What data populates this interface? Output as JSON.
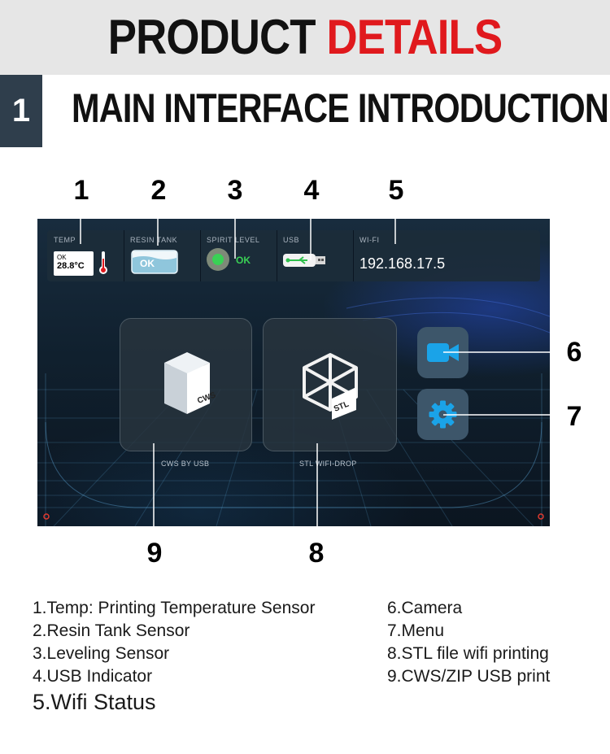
{
  "header": {
    "title_part1": "PRODUCT",
    "title_part2": "DETAILS"
  },
  "section": {
    "number": "1",
    "title": "MAIN INTERFACE INTRODUCTION"
  },
  "callouts": {
    "c1": "1",
    "c2": "2",
    "c3": "3",
    "c4": "4",
    "c5": "5",
    "c6": "6",
    "c7": "7",
    "c8": "8",
    "c9": "9"
  },
  "screen": {
    "status": {
      "temp_label": "TEMP",
      "temp_state": "OK",
      "temp_value": "28.8°C",
      "resin_label": "RESIN TANK",
      "resin_value": "OK",
      "spirit_label": "SPIRIT LEVEL",
      "spirit_value": "OK",
      "usb_label": "USB",
      "wifi_label": "WI-FI",
      "wifi_ip": "192.168.17.5"
    },
    "tiles": {
      "cws_badge": "CWS",
      "cws_caption": "CWS BY USB",
      "stl_badge": "STL",
      "stl_caption": "STL WIFI-DROP"
    },
    "icons": {
      "camera": "video-camera-icon",
      "menu": "gear-icon"
    },
    "colors": {
      "accent": "#1aa3e8",
      "ok_green": "#3ad155",
      "title_red": "#e0191d"
    }
  },
  "legend": {
    "left": [
      "1.Temp: Printing Temperature Sensor",
      "2.Resin Tank Sensor",
      "3.Leveling Sensor",
      "4.USB Indicator",
      "5.Wifi Status"
    ],
    "right": [
      "6.Camera",
      "7.Menu",
      "8.STL file wifi printing",
      "9.CWS/ZIP USB print"
    ]
  }
}
